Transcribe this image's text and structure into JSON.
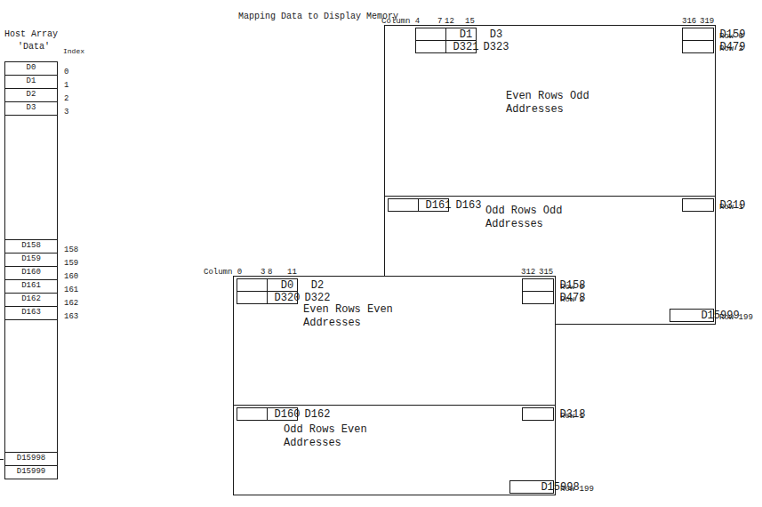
{
  "diagram": {
    "title": "Mapping Data to Display Memory",
    "nodes": [
      {
        "text": [
          "D0"
        ]
      },
      {
        "text": [
          "D1"
        ]
      },
      {
        "text": [
          "D2"
        ]
      },
      {
        "text": [
          "D3"
        ]
      },
      {
        "text": [
          "D158"
        ]
      },
      {
        "text": [
          "D159"
        ]
      },
      {
        "text": [
          "D160"
        ]
      },
      {
        "text": [
          "D161"
        ]
      },
      {
        "text": [
          "D162"
        ]
      },
      {
        "text": [
          "D163"
        ]
      },
      {
        "text": [
          "D15998"
        ]
      },
      {
        "text": [
          "D15999"
        ]
      },
      {
        "text": [
          "Even Rows Odd Addresses"
        ]
      },
      {
        "text": [
          "D1"
        ],
        "in": 12
      },
      {
        "text": [
          "D3"
        ],
        "in": 12
      },
      {
        "text": [
          "D321"
        ],
        "in": 12
      },
      {
        "text": [
          "D323"
        ],
        "in": 12
      },
      {
        "text": [
          "D159"
        ],
        "in": 12
      },
      {
        "text": [
          "D479"
        ],
        "in": 12
      },
      {
        "text": [
          "Odd Rows Odd Addresses"
        ]
      },
      {
        "text": [
          "D161"
        ],
        "in": 19
      },
      {
        "text": [
          "D163"
        ],
        "in": 19
      },
      {
        "text": [
          "D319"
        ],
        "in": 19
      },
      {
        "text": [
          "D15999"
        ],
        "in": 19
      },
      {
        "text": [
          "Even Rows Even Addresses"
        ]
      },
      {
        "text": [
          "D0"
        ],
        "in": 24
      },
      {
        "text": [
          "D2"
        ],
        "in": 24
      },
      {
        "text": [
          "D320"
        ],
        "in": 24
      },
      {
        "text": [
          "D322"
        ],
        "in": 24
      },
      {
        "text": [
          "D158"
        ],
        "in": 24
      },
      {
        "text": [
          "D478"
        ],
        "in": 24
      },
      {
        "text": [
          "Odd Rows Even Addresses"
        ]
      },
      {
        "text": [
          "D160"
        ],
        "in": 31
      },
      {
        "text": [
          "D162"
        ],
        "in": 31
      },
      {
        "text": [
          "D318"
        ],
        "in": 31
      },
      {
        "text": [
          "D15998"
        ],
        "in": 31
      }
    ],
    "labels": [
      "Host Array",
      "'Data'",
      "Index",
      "0",
      "1",
      "2",
      "3",
      "158",
      "159",
      "160",
      "161",
      "162",
      "163",
      "Column 4",
      "7",
      "12",
      "15",
      "316",
      "319",
      "Row 0",
      "Row 2",
      "Row 1",
      "Row 199",
      "Column 0",
      "3",
      "8",
      "11",
      "312",
      "315",
      "Row 0",
      "Row 2",
      "Row 1",
      "Row 199"
    ]
  }
}
